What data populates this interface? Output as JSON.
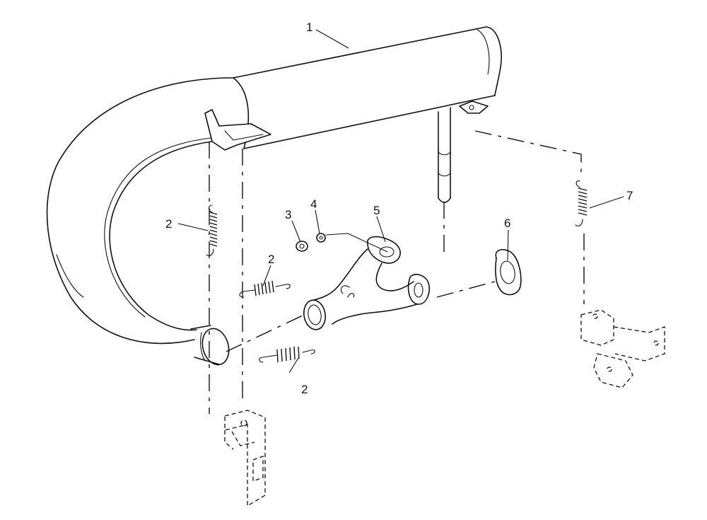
{
  "callouts": [
    {
      "id": "1",
      "text": "1"
    },
    {
      "id": "2a",
      "text": "2"
    },
    {
      "id": "2b",
      "text": "2"
    },
    {
      "id": "2c",
      "text": "2"
    },
    {
      "id": "3",
      "text": "3"
    },
    {
      "id": "4",
      "text": "4"
    },
    {
      "id": "5",
      "text": "5"
    },
    {
      "id": "6",
      "text": "6"
    },
    {
      "id": "7",
      "text": "7"
    }
  ]
}
